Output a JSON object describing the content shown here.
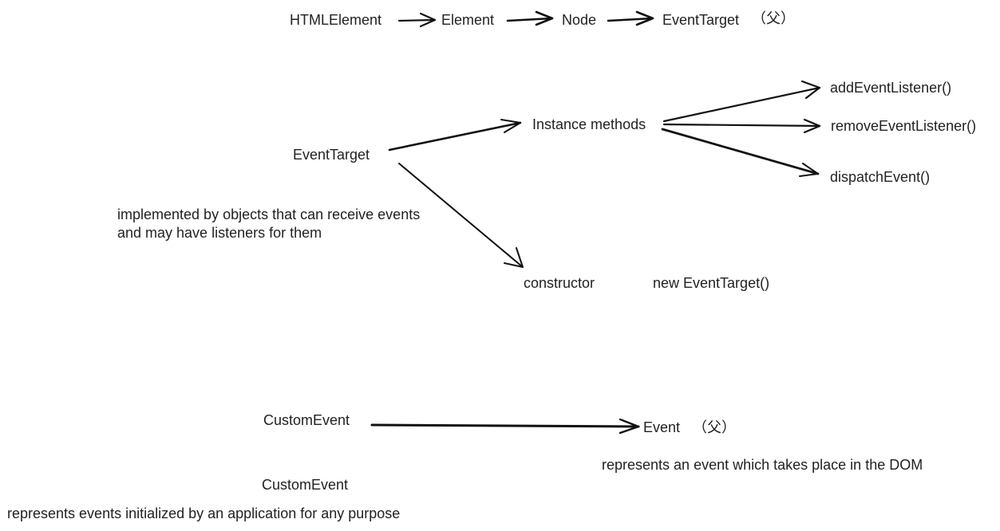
{
  "chain": {
    "html_element": "HTMLElement",
    "element": "Element",
    "node": "Node",
    "event_target": "EventTarget",
    "parent_mark": "（父）"
  },
  "event_target_section": {
    "root": "EventTarget",
    "description_line1": "implemented by objects that can receive events",
    "description_line2": "and may have listeners for them",
    "instance_methods": "Instance methods",
    "methods": [
      "addEventListener()",
      "removeEventListener()",
      "dispatchEvent()"
    ],
    "constructor": "constructor",
    "constructor_call": "new EventTarget()"
  },
  "custom_event_section": {
    "custom_event": "CustomEvent",
    "event": "Event",
    "parent_mark": "（父）",
    "event_description": "represents an event which takes place in the DOM",
    "custom_event_repeat": "CustomEvent",
    "custom_event_description": "represents events initialized by an application for any purpose"
  }
}
